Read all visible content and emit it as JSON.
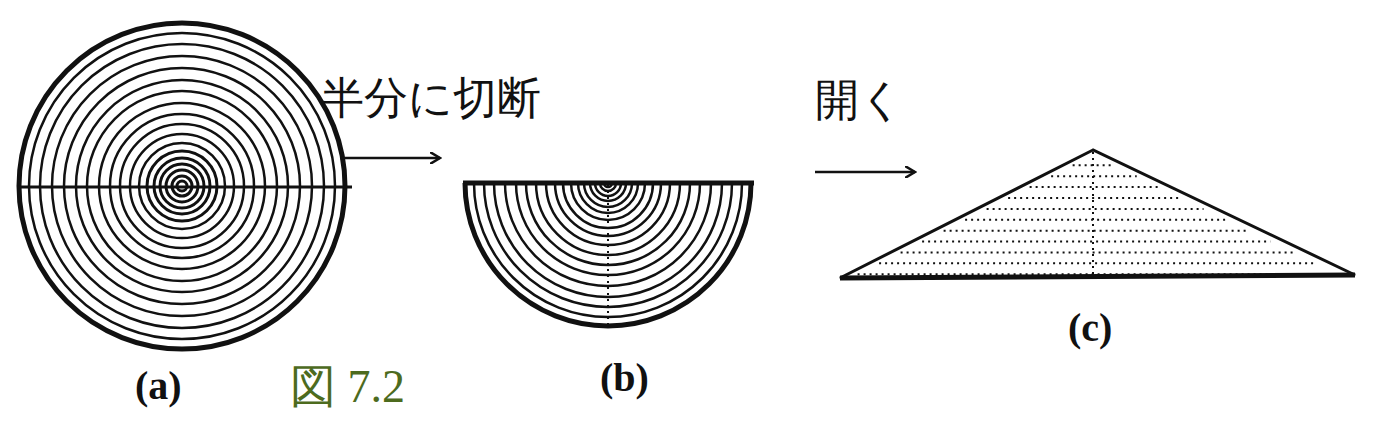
{
  "diagram": {
    "caption": "図 7.2",
    "labels": [
      "半分に切断",
      "開く",
      "(a)",
      "(b)",
      "(c)"
    ]
  }
}
